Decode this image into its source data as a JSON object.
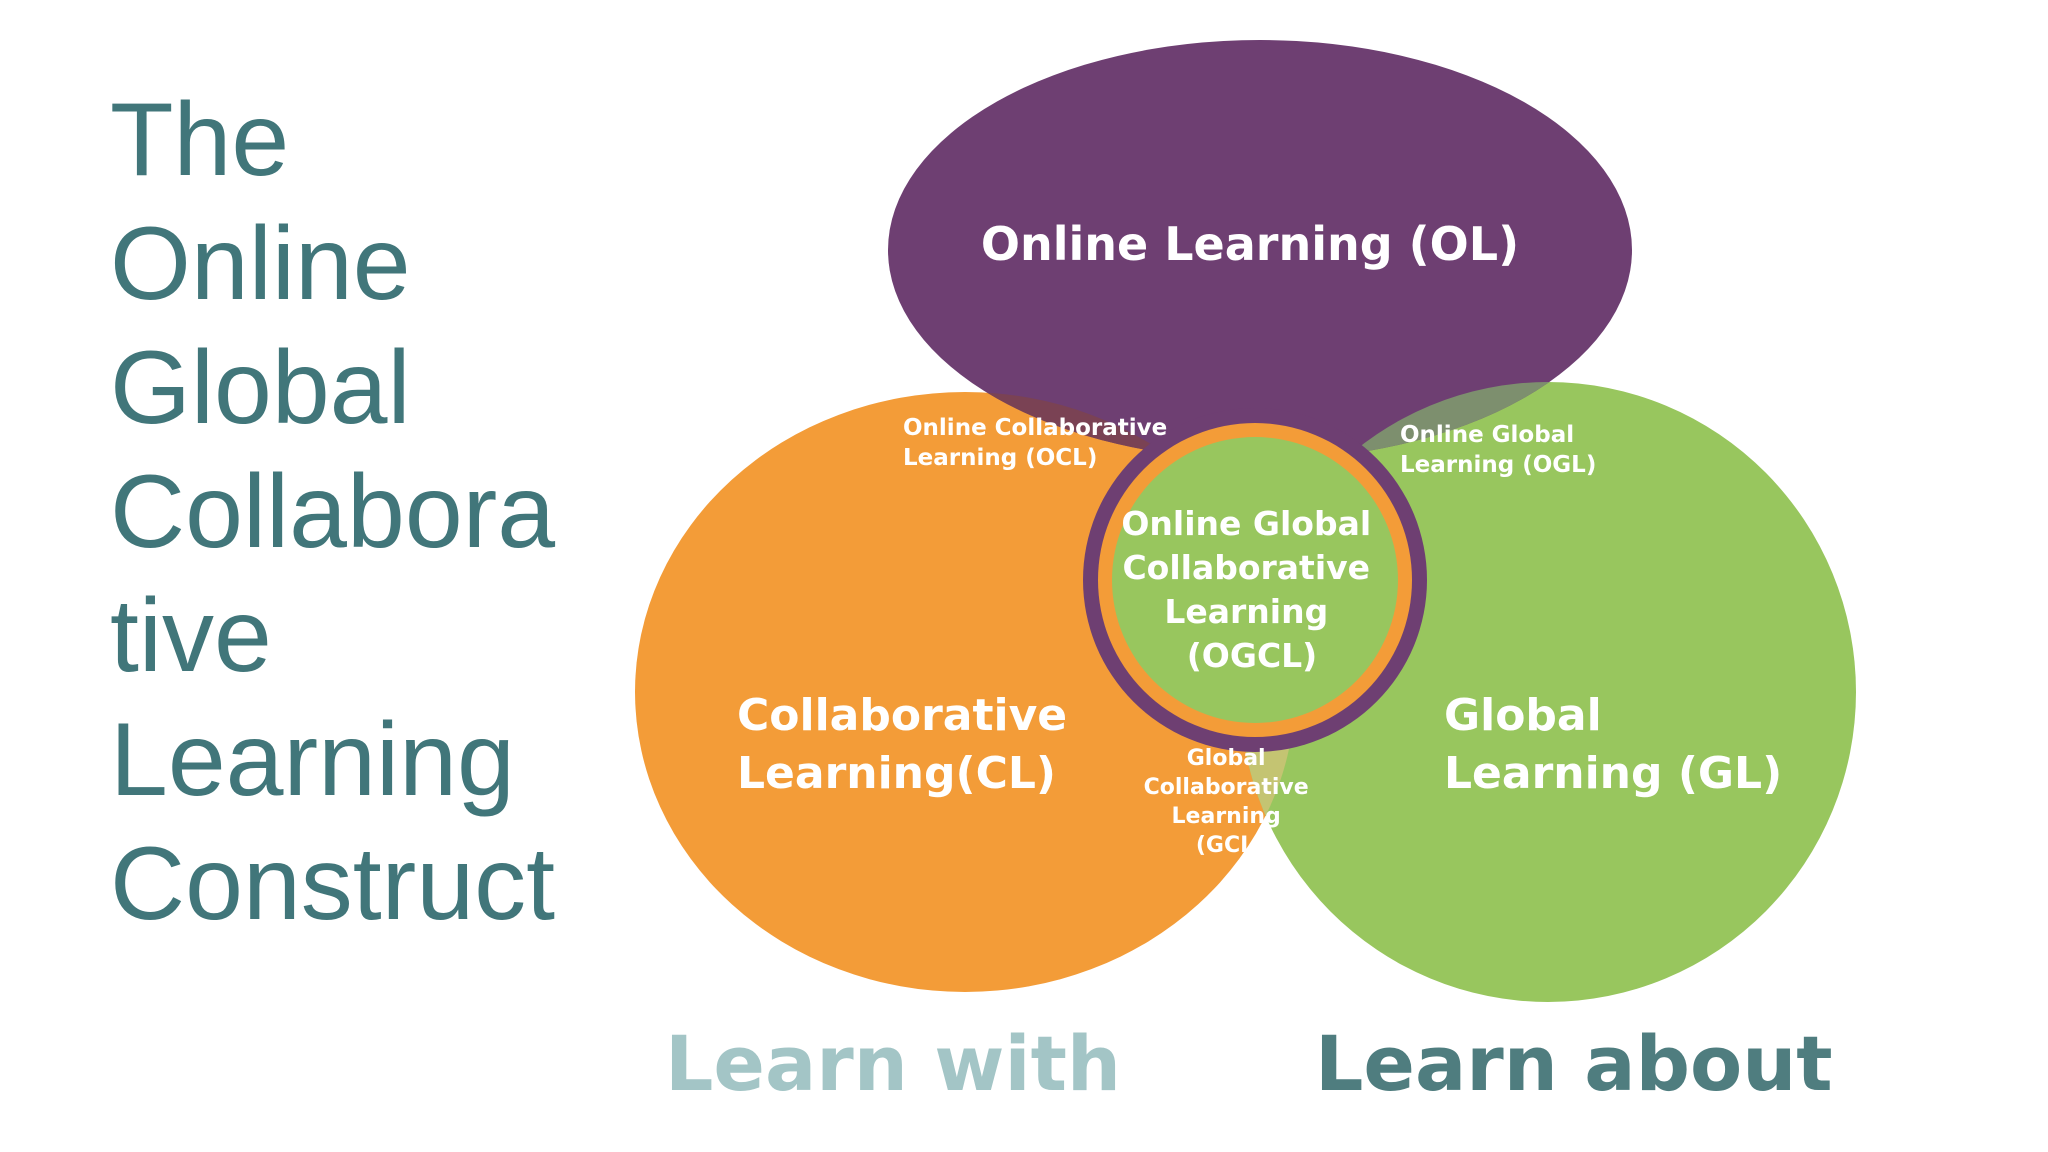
{
  "title_lines": [
    "The",
    "Online",
    "Global",
    "Collabora",
    "tive",
    "Learning",
    "Construct"
  ],
  "circles": {
    "ol": {
      "label_lines": [
        "Online Learning (OL)"
      ],
      "color": "#6e3f72"
    },
    "cl": {
      "label_lines": [
        "Collaborative",
        "Learning(CL)"
      ],
      "color": "#f39c38"
    },
    "gl": {
      "label_lines": [
        "Global",
        "Learning (GL)"
      ],
      "color": "#98c65e"
    }
  },
  "overlaps": {
    "ocl": {
      "label_lines": [
        "Online Collaborative",
        "Learning (OCL)"
      ],
      "color": "#7a4254"
    },
    "ogl": {
      "label_lines": [
        "Online Global",
        "Learning (OGL)"
      ],
      "color": "#7d8f6e"
    },
    "gcl": {
      "label_lines": [
        "Global",
        "Collaborative",
        "Learning",
        "(GCL)"
      ],
      "color": "#c4c472"
    },
    "ogcl": {
      "label_lines": [
        "Online Global",
        "Collaborative",
        "Learning",
        "(OGCL)"
      ],
      "color": "#98c65e",
      "ring_outer": "#6e3f72",
      "ring_inner": "#f39c38"
    }
  },
  "captions": {
    "left": {
      "text": "Learn with",
      "color": "#a3c5c6"
    },
    "right": {
      "text": "Learn about",
      "color": "#4f7d7f"
    }
  },
  "colors": {
    "title": "#41767a",
    "background": "#ffffff"
  }
}
